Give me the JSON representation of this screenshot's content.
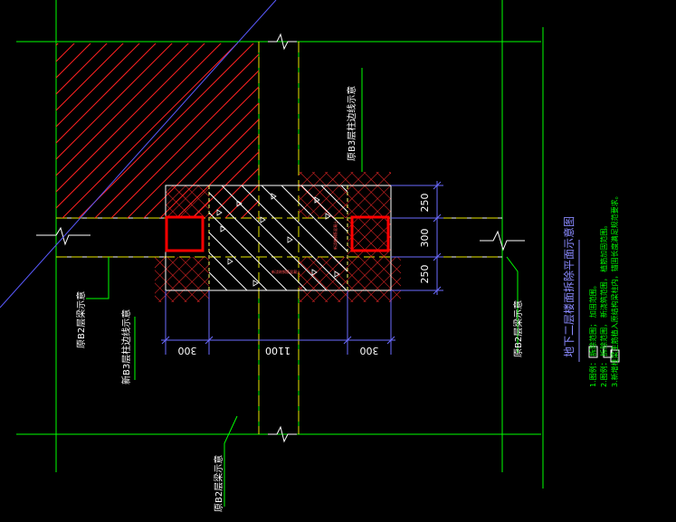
{
  "drawing": {
    "title": "地下二层楼面拆除平面示意图",
    "notes": [
      "1.图例：     拆除范围；     加固范围。",
      "2.图例：     拆除范围，     新浇筑范围，     植筋加固范围。",
      "3.新增柱梁主筋植入原结构梁柱内，锚固长度满足规范要求。"
    ],
    "labels": {
      "b3_edge_top": "原B3层柱边线示意",
      "b3_edge_bottom": "新B3层柱边线示意",
      "b2_edge_left": "原B2层梁示意",
      "b2_edge_right": "原B2层梁示意",
      "b2_edge_bottom": "原B2层梁示意",
      "center_red_a": "新浇筑钢筋混凝土",
      "center_red_b": "新浇筑钢筋混凝土"
    },
    "dimensions": {
      "right": [
        "250",
        "300",
        "250"
      ],
      "bottom": [
        "300",
        "1100",
        "300"
      ]
    },
    "colors": {
      "background": "#000000",
      "grid_green": "#00ff00",
      "hatch_red": "#ff0000",
      "beam_white": "#ffffff",
      "axis_yellow": "#ffff00",
      "dim_blue": "#6666ff",
      "leader_magenta": "#ff00ff"
    }
  }
}
